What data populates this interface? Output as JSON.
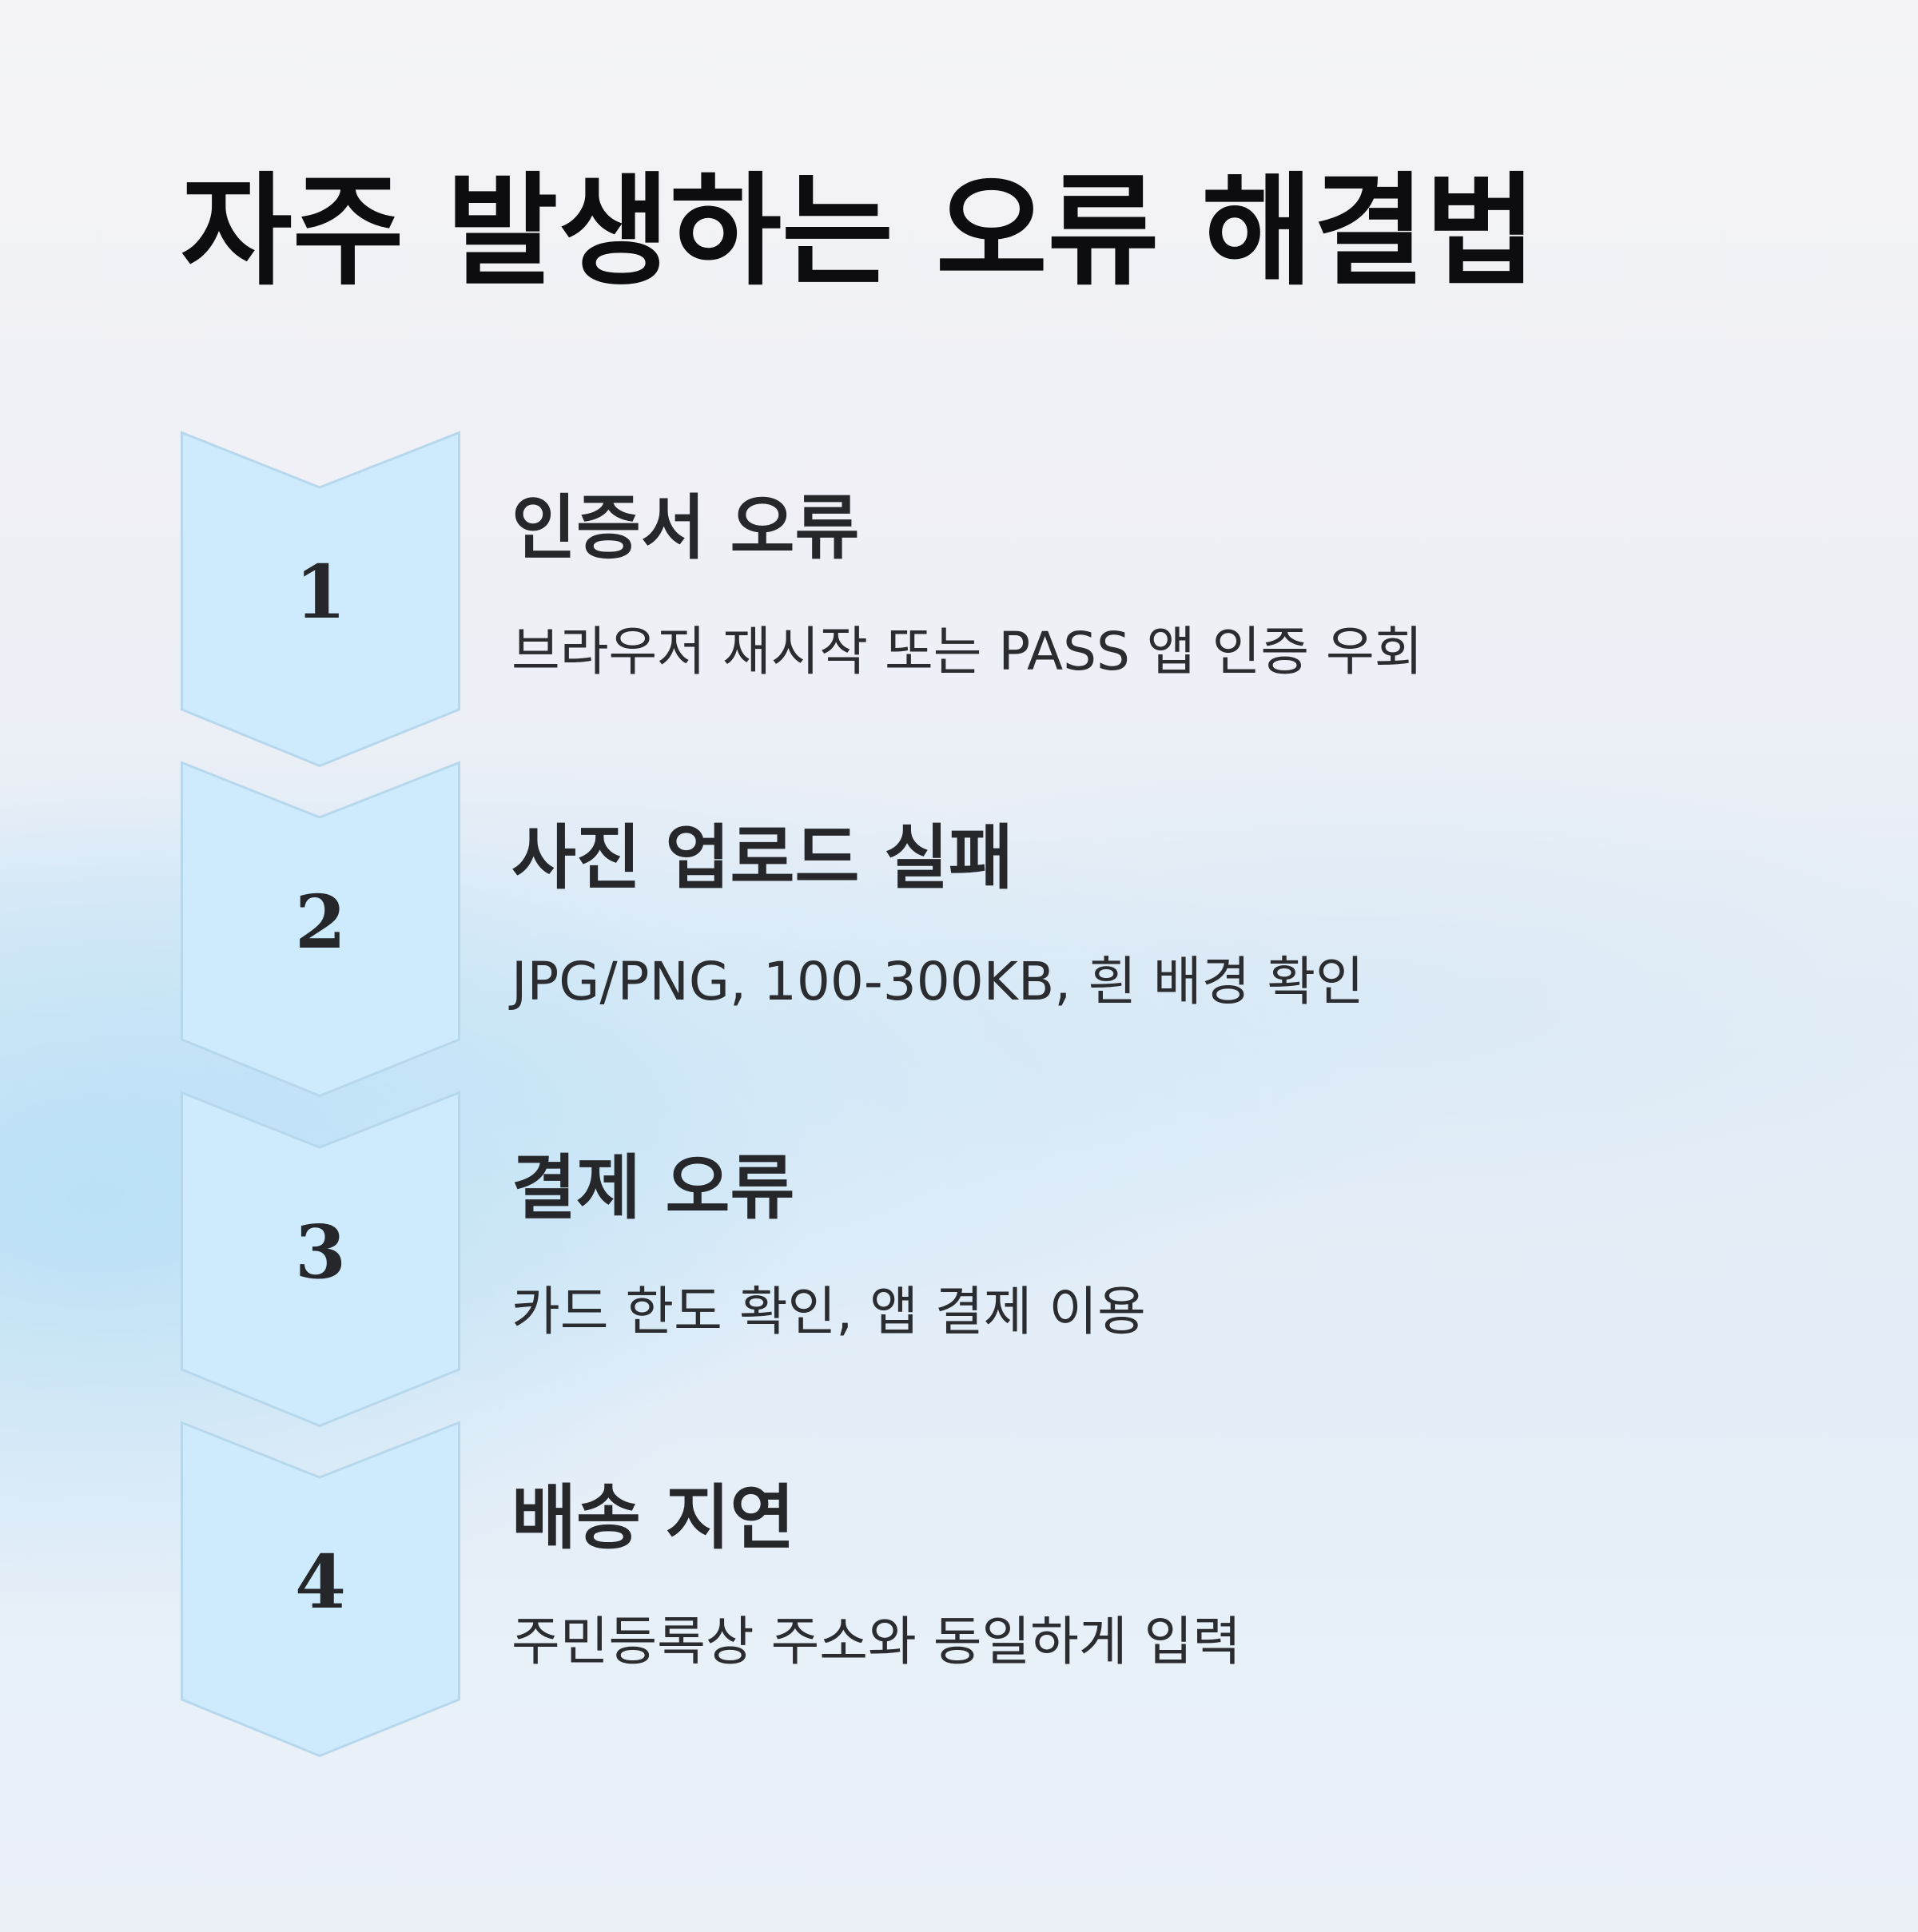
{
  "page": {
    "title": "자주 발생하는 오류 해결법"
  },
  "colors": {
    "chevron_fill": "#cdebfc",
    "chevron_stroke": "#b7d8ec",
    "text_dark": "#26272b"
  },
  "steps": [
    {
      "number": "1",
      "title": "인증서 오류",
      "description": "브라우저 재시작 또는 PASS 앱 인증 우회"
    },
    {
      "number": "2",
      "title": "사진 업로드 실패",
      "description": "JPG/PNG, 100-300KB, 흰 배경 확인"
    },
    {
      "number": "3",
      "title": "결제 오류",
      "description": "카드 한도 확인, 앱 결제 이용"
    },
    {
      "number": "4",
      "title": "배송 지연",
      "description": "주민등록상 주소와 동일하게 입력"
    }
  ]
}
